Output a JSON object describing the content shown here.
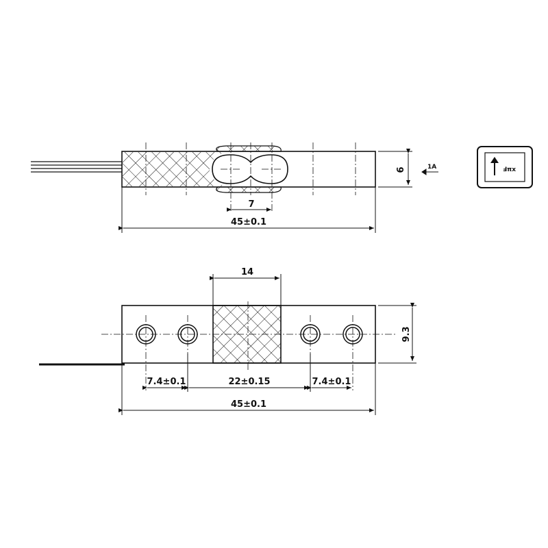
{
  "top_view": {
    "dim_width": "6",
    "dim_hole_spacing": "7",
    "dim_length": "45±0.1",
    "direction_label": "1A"
  },
  "bottom_view": {
    "dim_pad_width": "14",
    "dim_height": "9.3",
    "dim_left_spacing": "7.4±0.1",
    "dim_center_spacing": "22±0.15",
    "dim_right_spacing": "7.4±0.1",
    "dim_length": "45±0.1"
  },
  "label_box": {
    "text": "Ⅎπx"
  },
  "colors": {
    "line": "#111111",
    "background": "#ffffff"
  }
}
